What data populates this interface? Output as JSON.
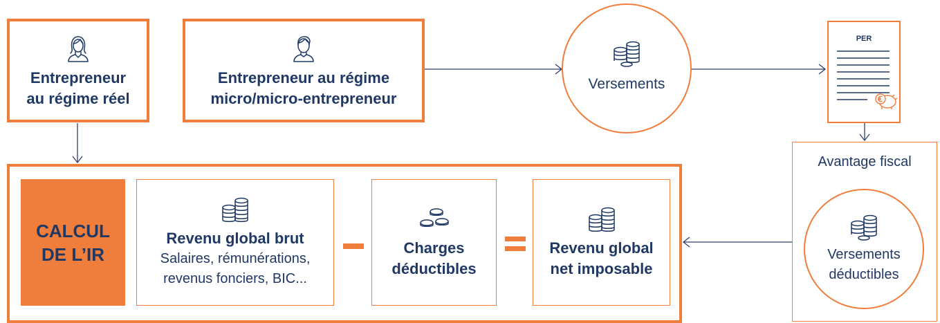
{
  "colors": {
    "accent": "#ef7d3c",
    "text": "#1f3864",
    "arrow": "#2f3f6b"
  },
  "entrepreneur_reel": {
    "icon": "woman-user-icon",
    "label_line1": "Entrepreneur",
    "label_line2": "au régime réel"
  },
  "entrepreneur_micro": {
    "icon": "man-user-icon",
    "label_line1": "Entrepreneur au régime",
    "label_line2": "micro/micro-entrepreneur"
  },
  "versements": {
    "icon": "coin-stacks-icon",
    "label": "Versements"
  },
  "per_document": {
    "title": "PER",
    "icon": "piggy-bank-euro-icon"
  },
  "avantage_fiscal": {
    "title": "Avantage fiscal",
    "icon": "coin-stacks-icon",
    "label_line1": "Versements",
    "label_line2": "déductibles"
  },
  "calcul_ir": {
    "title_line1": "CALCUL",
    "title_line2": "DE L’IR",
    "revenu_brut": {
      "icon": "coin-stacks-icon",
      "title": "Revenu global brut",
      "desc_line1": "Salaires, rémunérations,",
      "desc_line2": "revenus fonciers, BIC..."
    },
    "minus_sign": "–",
    "charges": {
      "icon": "coins-icon",
      "label_line1": "Charges",
      "label_line2": "déductibles"
    },
    "equals_sign": "=",
    "revenu_net": {
      "icon": "coin-stacks-icon",
      "label_line1": "Revenu global",
      "label_line2": "net imposable"
    }
  }
}
